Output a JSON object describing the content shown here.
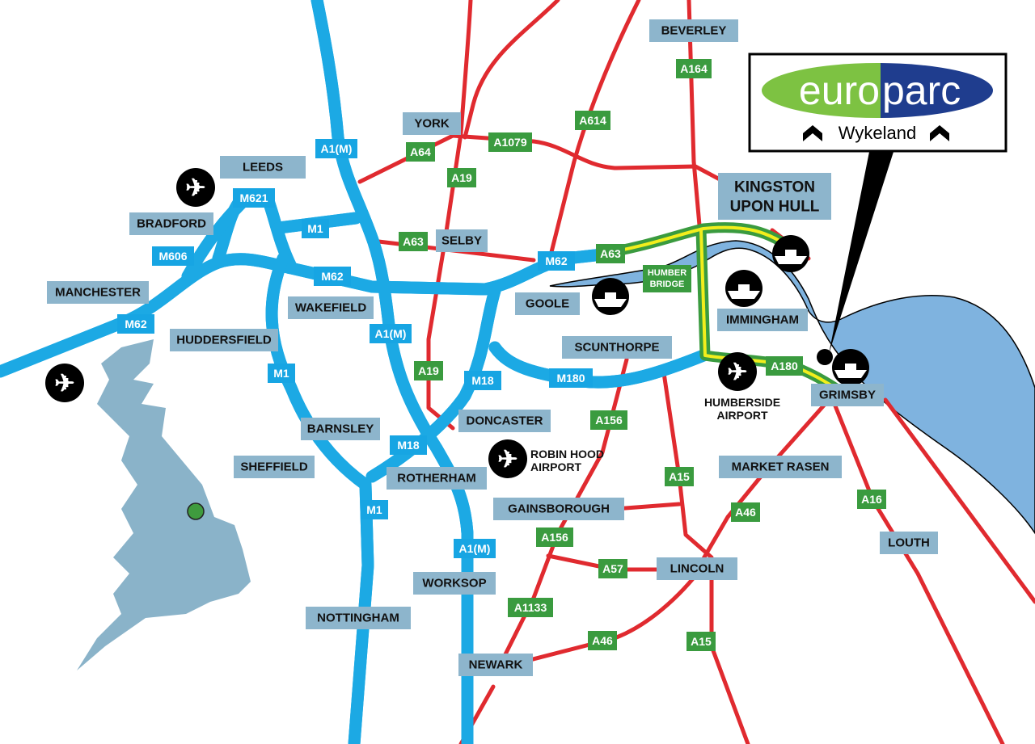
{
  "colors": {
    "motorway": "#1ca9e4",
    "a_road": "#e02a2f",
    "road_label": "#3a9b3f",
    "town_label": "#8db5cc",
    "water": "#7fb3df",
    "logo_green": "#7dc242",
    "logo_blue": "#1f3d8e"
  },
  "logo": {
    "word_left": "euro",
    "word_right": "parc",
    "company": "Wykeland"
  },
  "towns": [
    "BEVERLEY",
    "YORK",
    "LEEDS",
    "BRADFORD",
    "MANCHESTER",
    "HUDDERSFIELD",
    "WAKEFIELD",
    "SELBY",
    "GOOLE",
    "SCUNTHORPE",
    "IMMINGHAM",
    "GRIMSBY",
    "MARKET RASEN",
    "LOUTH",
    "DONCASTER",
    "BARNSLEY",
    "SHEFFIELD",
    "ROTHERHAM",
    "GAINSBOROUGH",
    "LINCOLN",
    "WORKSOP",
    "NOTTINGHAM",
    "NEWARK"
  ],
  "hull": {
    "line1": "KINGSTON",
    "line2": "UPON HULL"
  },
  "airports": {
    "humberside": [
      "HUMBERSIDE",
      "AIRPORT"
    ],
    "robin_hood": [
      "ROBIN HOOD",
      "AIRPORT"
    ]
  },
  "humber_bridge": [
    "HUMBER",
    "BRIDGE"
  ],
  "a_roads": [
    "A164",
    "A614",
    "A64",
    "A1079",
    "A19",
    "A63",
    "A63",
    "A19",
    "A156",
    "A15",
    "A46",
    "A16",
    "A156",
    "A57",
    "A1133",
    "A46",
    "A15",
    "A180"
  ],
  "motorways": [
    "A1(M)",
    "M621",
    "M1",
    "M606",
    "M62",
    "M62",
    "M62",
    "A1(M)",
    "M1",
    "M18",
    "M180",
    "M18",
    "M1",
    "A1(M)"
  ],
  "icons": {
    "airport": "plane-icon",
    "port": "ship-icon",
    "location": "green-dot-marker"
  }
}
